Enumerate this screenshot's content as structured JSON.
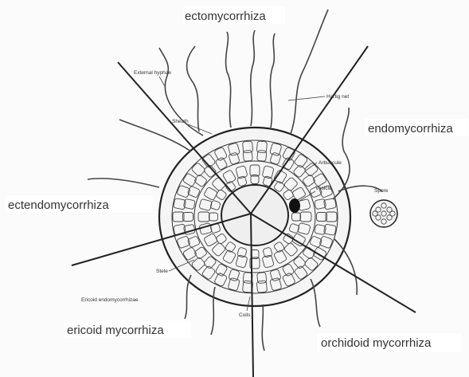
{
  "sectors": {
    "top": "ectomycorrhiza",
    "right": "endomycorrhiza",
    "left": "ectendomycorrhiza",
    "bottom_left": "ericoid mycorrhiza",
    "bottom_right": "orchidoid mycorrhiza"
  },
  "labels": {
    "external_hyphae": "External hyphae",
    "hartig_net": "Hartig net",
    "sheath": "Sheath",
    "arbuscule": "Arbuscule",
    "vesicle": "Vesicle",
    "spore": "Spore",
    "stele": "Stele",
    "ericoid_endomycorrhizae": "Ericoid endomycorrhizae",
    "coils": "Coils"
  },
  "colors": {
    "ink": "#333333",
    "background": "#fbfbfb"
  }
}
